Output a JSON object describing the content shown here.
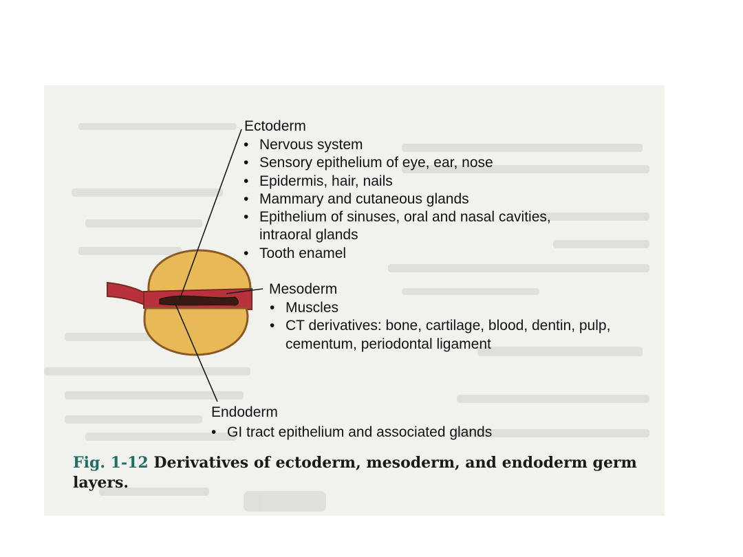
{
  "ectoderm": {
    "title": "Ectoderm",
    "items": [
      "Nervous system",
      "Sensory epithelium of eye, ear, nose",
      "Epidermis, hair, nails",
      "Mammary and cutaneous glands",
      "Epithelium of sinuses, oral and nasal cavities, intraoral glands",
      "Tooth enamel"
    ]
  },
  "mesoderm": {
    "title": "Mesoderm",
    "items": [
      "Muscles",
      "CT derivatives: bone, cartilage, blood, dentin, pulp, cementum, periodontal ligament"
    ]
  },
  "endoderm": {
    "title": "Endoderm",
    "items": [
      "GI tract epithelium and associated glands"
    ]
  },
  "caption": {
    "fig_label": "Fig. 1-12",
    "text": "Derivatives of ectoderm, mesoderm, and endoderm germ layers."
  },
  "colors": {
    "yolk": "#e7b957",
    "outline": "#8a5a22",
    "mesoderm_band": "#b8313d",
    "caption_label": "#1f6f62",
    "page_background": "#f1f2ee"
  }
}
